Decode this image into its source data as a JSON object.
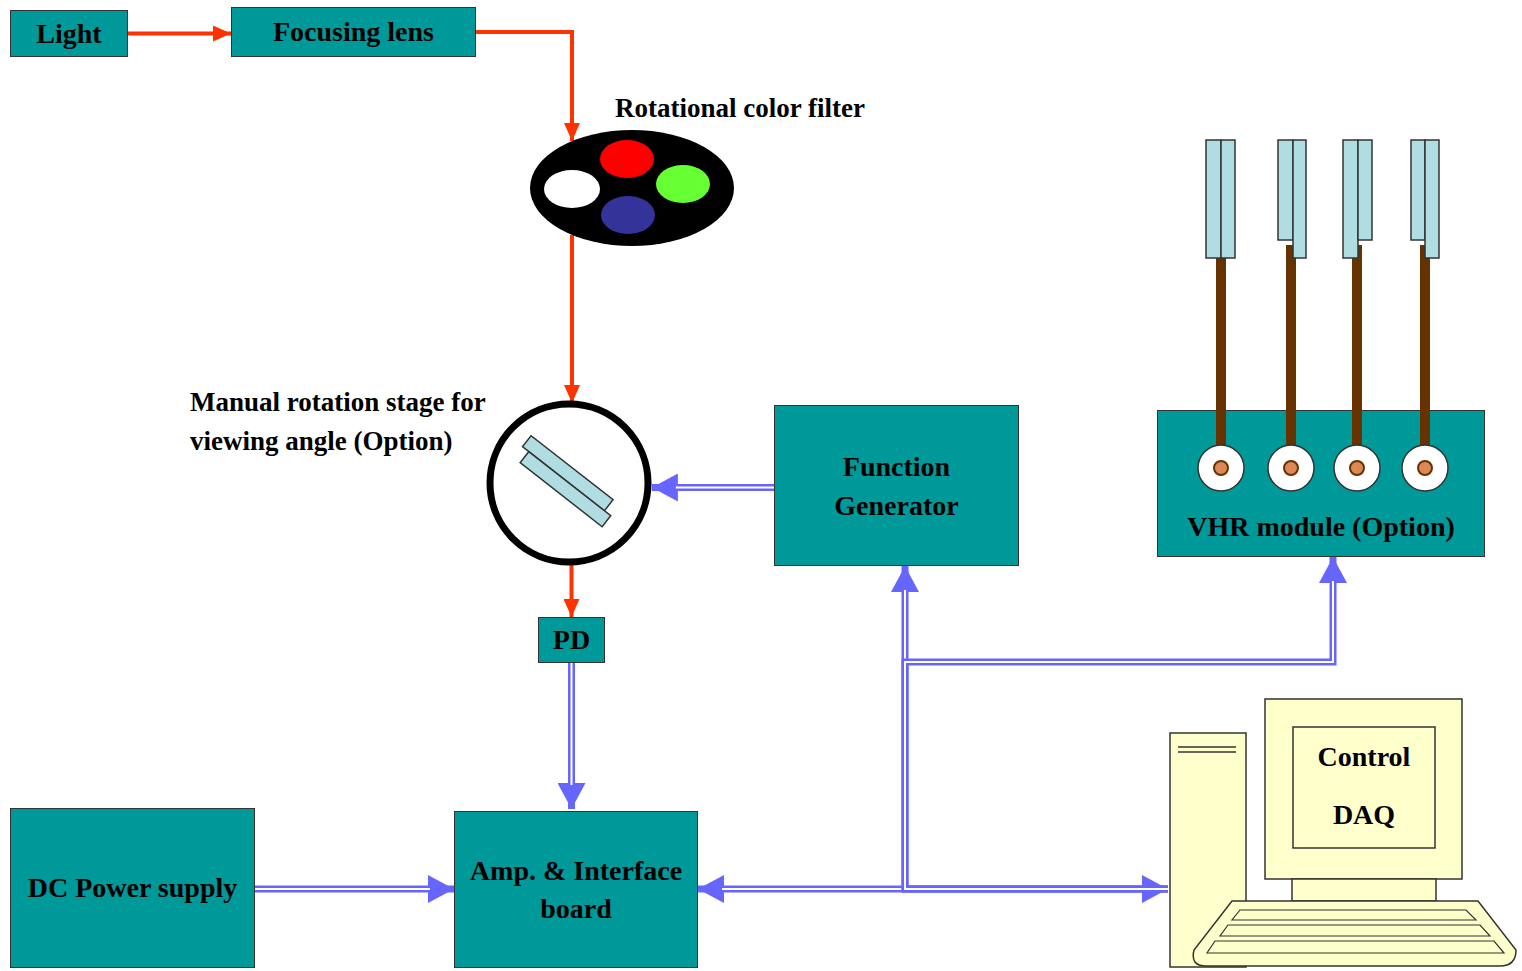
{
  "diagram": {
    "nodes": [
      {
        "text": [
          "Light"
        ]
      },
      {
        "text": [
          "Focusing lens"
        ]
      },
      {
        "text": [
          "Rotational color filter"
        ]
      },
      {
        "text": [
          "Manual rotation stage for viewing angle (Option)"
        ]
      },
      {
        "text": [
          "Function Generator"
        ]
      },
      {
        "text": [
          "VHR module (Option)"
        ]
      },
      {
        "text": [
          "PD"
        ]
      },
      {
        "text": [
          "DC Power supply"
        ]
      },
      {
        "text": [
          "Amp. & Interface board"
        ]
      },
      {
        "text": [
          "Control DAQ"
        ]
      }
    ],
    "edges": [
      {
        "from": 0,
        "to": 1,
        "arrow": "to"
      },
      {
        "from": 1,
        "to": 2,
        "arrow": "to"
      },
      {
        "from": 2,
        "to": 3,
        "arrow": "to"
      },
      {
        "from": 3,
        "to": 6,
        "arrow": "to"
      },
      {
        "from": 4,
        "to": 3,
        "arrow": "to"
      },
      {
        "from": 6,
        "to": 8,
        "arrow": "to"
      },
      {
        "from": 7,
        "to": 8,
        "arrow": "to"
      },
      {
        "from": 8,
        "to": 9,
        "arrow": "both"
      },
      {
        "from": 9,
        "to": 4,
        "arrow": "to"
      },
      {
        "from": 9,
        "to": 5,
        "arrow": "to"
      }
    ]
  }
}
